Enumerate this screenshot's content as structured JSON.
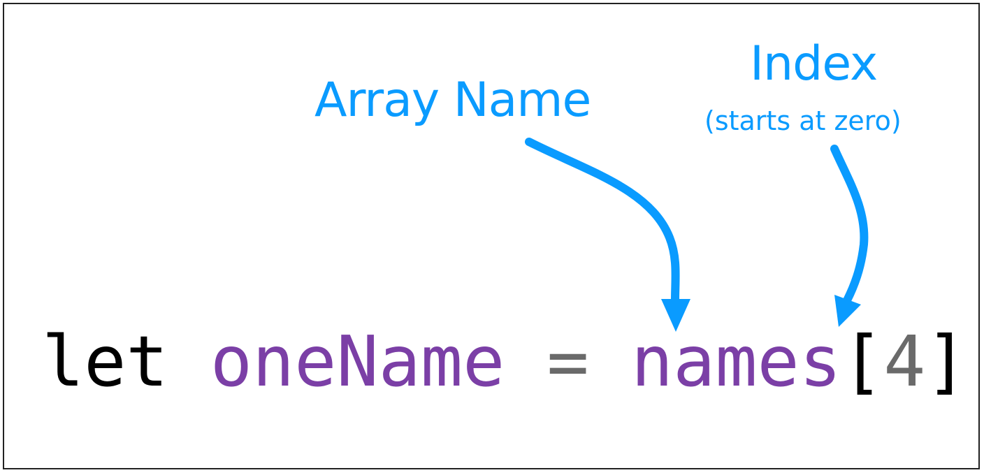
{
  "labels": {
    "array_name": "Array Name",
    "index": "Index",
    "index_note": "(starts at zero)"
  },
  "code": {
    "keyword": "let",
    "variable": "oneName",
    "operator": "=",
    "array": "names",
    "open_bracket": "[",
    "index_value": "4",
    "close_bracket": "]"
  },
  "colors": {
    "annotation": "#0a9bff",
    "keyword": "#000000",
    "identifier": "#7b3fa6",
    "operator": "#6a6a6a",
    "number": "#6a6a6a",
    "border": "#222222"
  }
}
